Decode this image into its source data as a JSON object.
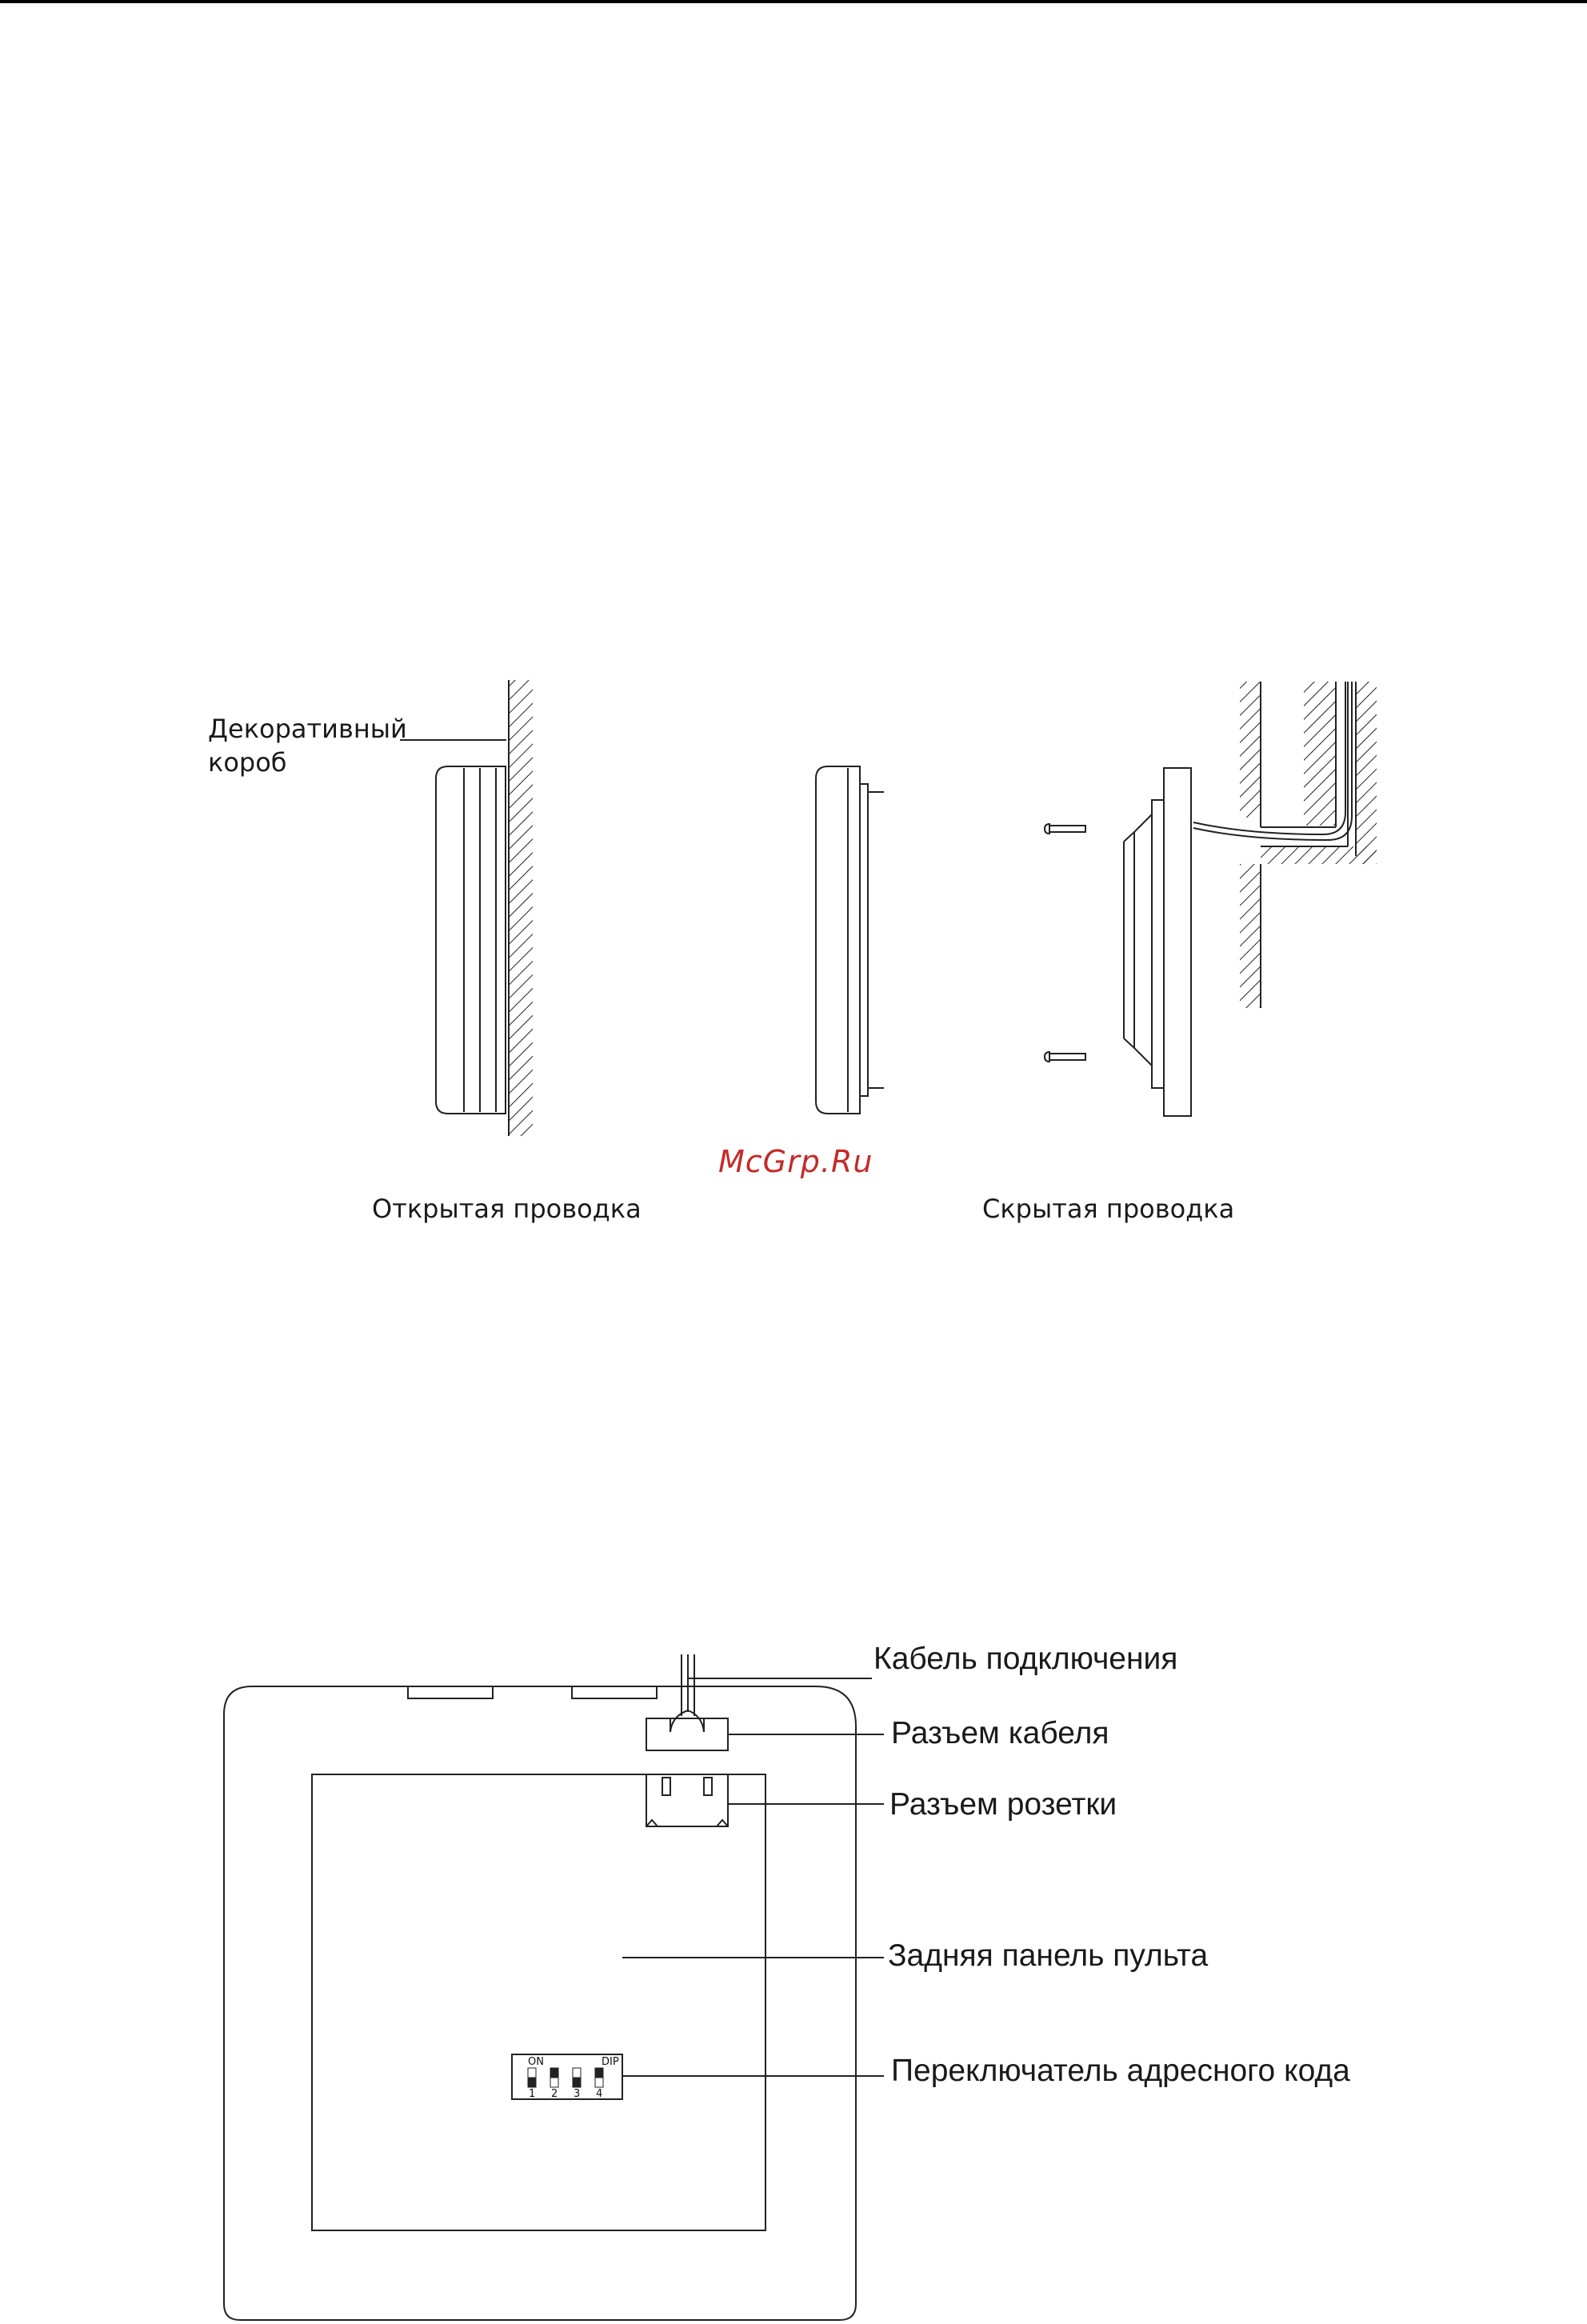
{
  "figure1": {
    "callout_decor_box_line1": "Декоративный",
    "callout_decor_box_line2": "короб",
    "caption_open_wiring": "Открытая  проводка",
    "caption_hidden_wiring": "Скрытая проводка"
  },
  "watermark": "McGrp.Ru",
  "figure2": {
    "callout_cable": "Кабель  подключения",
    "callout_cable_connector": "Разъем кабеля",
    "callout_socket_connector": "Разъем розетки",
    "callout_back_panel": "Задняя панель пульта",
    "callout_dip_switch": "Переключатель адресного кода",
    "dip_on_label": "ON",
    "dip_dip_label": "DIP",
    "dip_numbers": [
      "1",
      "2",
      "3",
      "4"
    ]
  }
}
